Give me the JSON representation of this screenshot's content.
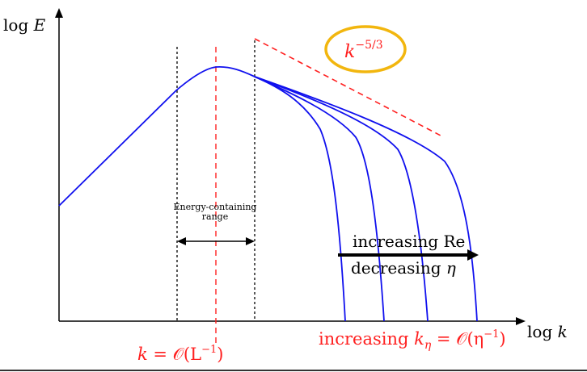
{
  "axes": {
    "y_label": "log",
    "y_label_var": "E",
    "x_label": "log",
    "x_label_var": "k"
  },
  "slope_label": {
    "base": "k",
    "exponent": "−5/3"
  },
  "energy_range": {
    "line1": "Energy-containing",
    "line2": "range"
  },
  "arrow_labels": {
    "re": "increasing Re",
    "eta_prefix": "decreasing ",
    "eta_var": "η"
  },
  "bottom_labels": {
    "left_k": "k",
    "left_eq": " = ",
    "left_O": "𝒪",
    "left_arg": "(L",
    "left_exp": "−1",
    "left_close": ")",
    "right_text": "increasing ",
    "right_k": "k",
    "right_sub": "η",
    "right_eq": " = ",
    "right_O": "𝒪",
    "right_arg": "(η",
    "right_exp": "−1",
    "right_close": ")"
  },
  "colors": {
    "spectrum": "#1010ee",
    "guide_red": "#ff2020",
    "highlight_circle": "#f2b60e",
    "axis": "#000000"
  }
}
